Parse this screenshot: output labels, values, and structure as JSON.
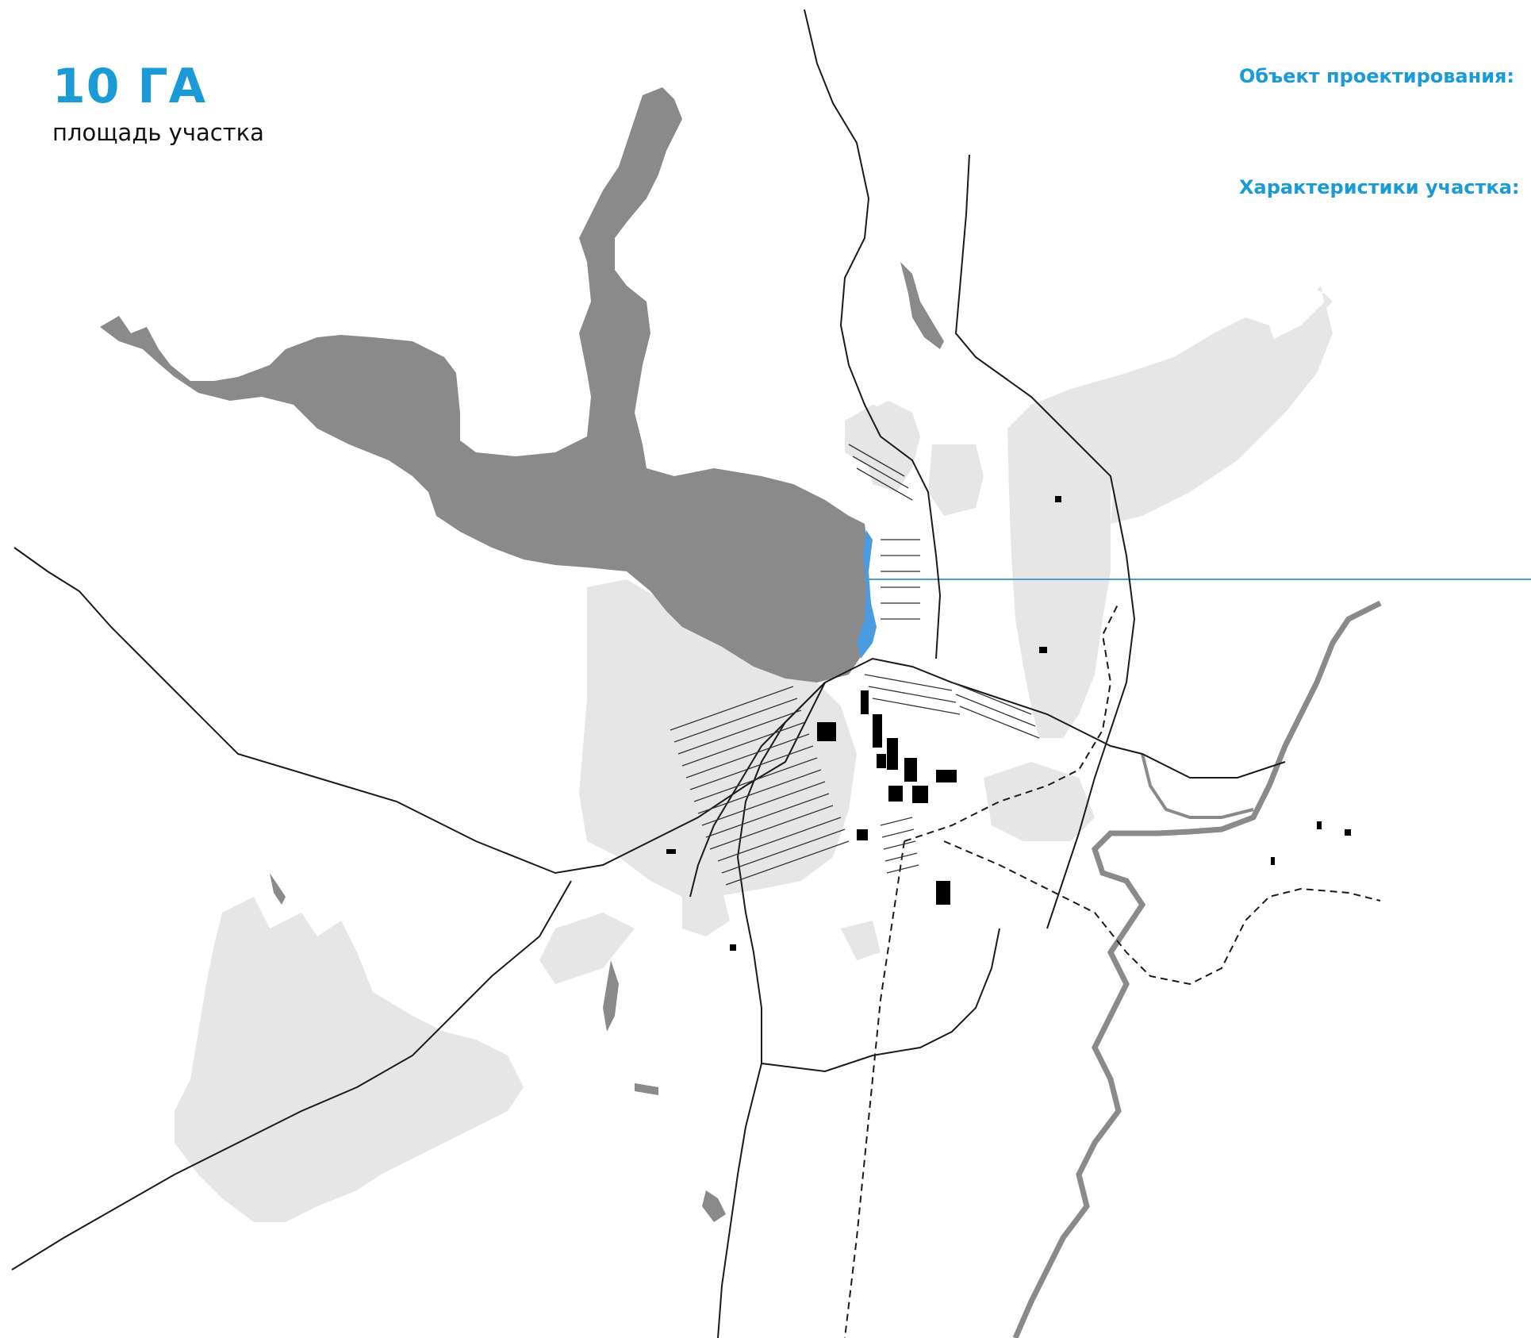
{
  "site_area": {
    "value": "10 ГА",
    "caption": "площадь участка"
  },
  "info_panel": {
    "object_heading": "Объект проектирования:",
    "characteristics_heading": "Характеристики участка:"
  },
  "colors": {
    "accent": "#1a9ad6",
    "water_reservoir": "#8a8a8a",
    "river": "#8a8a8a",
    "land_urban": "#e6e6e6",
    "buildings": "#000000",
    "roads": "#1a1a1a",
    "site_highlight": "#4a9be0",
    "background": "#ffffff"
  },
  "legend_icons": {
    "leader_line": "callout-line-icon"
  }
}
